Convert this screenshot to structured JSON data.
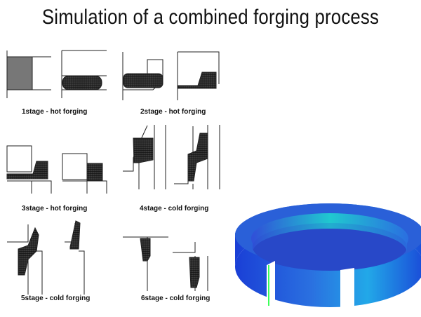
{
  "title": "Simulation of a combined forging process",
  "stages": [
    {
      "label": "1stage - hot forging"
    },
    {
      "label": "2stage - hot forging"
    },
    {
      "label": "3stage - hot forging"
    },
    {
      "label": "4stage - cold forging"
    },
    {
      "label": "5stage - cold forging"
    },
    {
      "label": "6stage - cold forging"
    }
  ],
  "colors": {
    "ring_outer": "#1a3fd6",
    "ring_inner": "#1fd0c8",
    "ring_edge": "#3cff5a"
  }
}
